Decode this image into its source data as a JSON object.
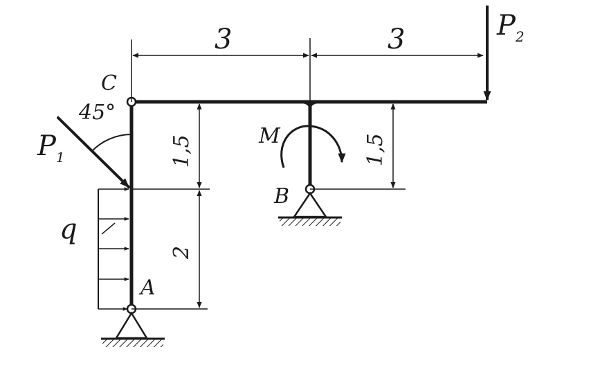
{
  "labels": {
    "point_c": "C",
    "point_a": "A",
    "point_b": "B",
    "angle": "45°",
    "moment": "M",
    "load_q": "q",
    "force_p1_base": "P",
    "force_p1_sub": "1",
    "force_p2_base": "P",
    "force_p2_sub": "2"
  },
  "dimensions": {
    "top_left_span": "3",
    "top_right_span": "3",
    "left_upper_height": "1,5",
    "left_lower_height": "2",
    "right_height": "1,5"
  },
  "colors": {
    "ink": "#1a1a1a",
    "background": "#ffffff"
  }
}
